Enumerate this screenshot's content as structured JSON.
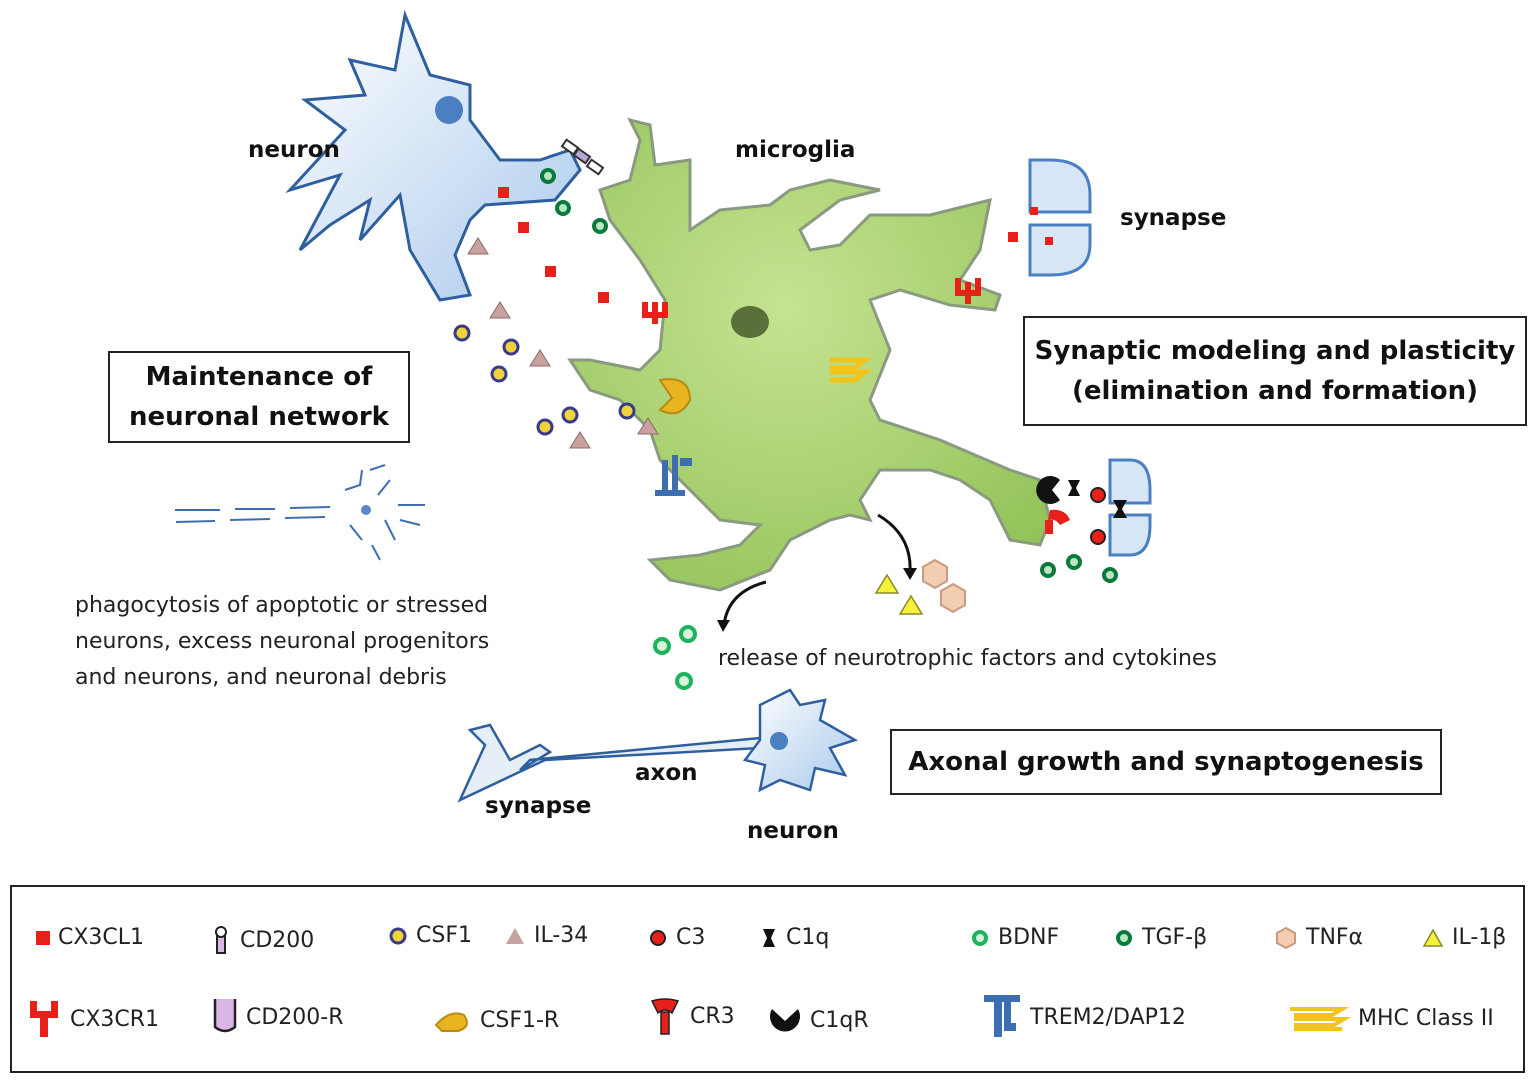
{
  "labels": {
    "neuron_top": "neuron",
    "microglia": "microglia",
    "synapse_top": "synapse",
    "axon": "axon",
    "synapse_bottom": "synapse",
    "neuron_bottom": "neuron"
  },
  "boxes": {
    "maintenance": [
      "Maintenance of",
      "neuronal network"
    ],
    "synaptic": [
      "Synaptic modeling and plasticity",
      "(elimination and formation)"
    ],
    "axonal": "Axonal growth and synaptogenesis"
  },
  "captions": {
    "phagocytosis": [
      "phagocytosis of apoptotic or stressed",
      "neurons, excess neuronal progenitors",
      "and neurons, and neuronal debris"
    ],
    "release": "release of neurotrophic factors and cytokines"
  },
  "legend": [
    {
      "symbol": "red-square-icon",
      "label": "CX3CL1"
    },
    {
      "symbol": "cd200-icon",
      "label": "CD200"
    },
    {
      "symbol": "csf1-icon",
      "label": "CSF1"
    },
    {
      "symbol": "il34-icon",
      "label": "IL-34"
    },
    {
      "symbol": "c3-icon",
      "label": "C3"
    },
    {
      "symbol": "c1q-icon",
      "label": "C1q"
    },
    {
      "symbol": "bdnf-icon",
      "label": "BDNF"
    },
    {
      "symbol": "tgfb-icon",
      "label": "TGF-β"
    },
    {
      "symbol": "tnfa-icon",
      "label": "TNFα"
    },
    {
      "symbol": "il1b-icon",
      "label": "IL-1β"
    },
    {
      "symbol": "cx3cr1-icon",
      "label": "CX3CR1"
    },
    {
      "symbol": "cd200r-icon",
      "label": "CD200-R"
    },
    {
      "symbol": "csf1r-icon",
      "label": "CSF1-R"
    },
    {
      "symbol": "cr3-icon",
      "label": "CR3"
    },
    {
      "symbol": "c1qr-icon",
      "label": "C1qR"
    },
    {
      "symbol": "trem2-icon",
      "label": "TREM2/DAP12"
    },
    {
      "symbol": "mhc2-icon",
      "label": "MHC Class II"
    }
  ],
  "colors": {
    "neuron_fill": "#d6e6f7",
    "neuron_stroke": "#2f5f9e",
    "microglia_fill": "#a9d06f",
    "microglia_stroke": "#8a9a80",
    "red": "#e8201a",
    "green_bdnf": "#1cb35a",
    "green_tgfb": "#0a7a3a",
    "csf1_yellow": "#f0d23a",
    "il34_pink": "#c9a2a0",
    "tnfa": "#f3cdb0",
    "il1b": "#f4f23a"
  }
}
